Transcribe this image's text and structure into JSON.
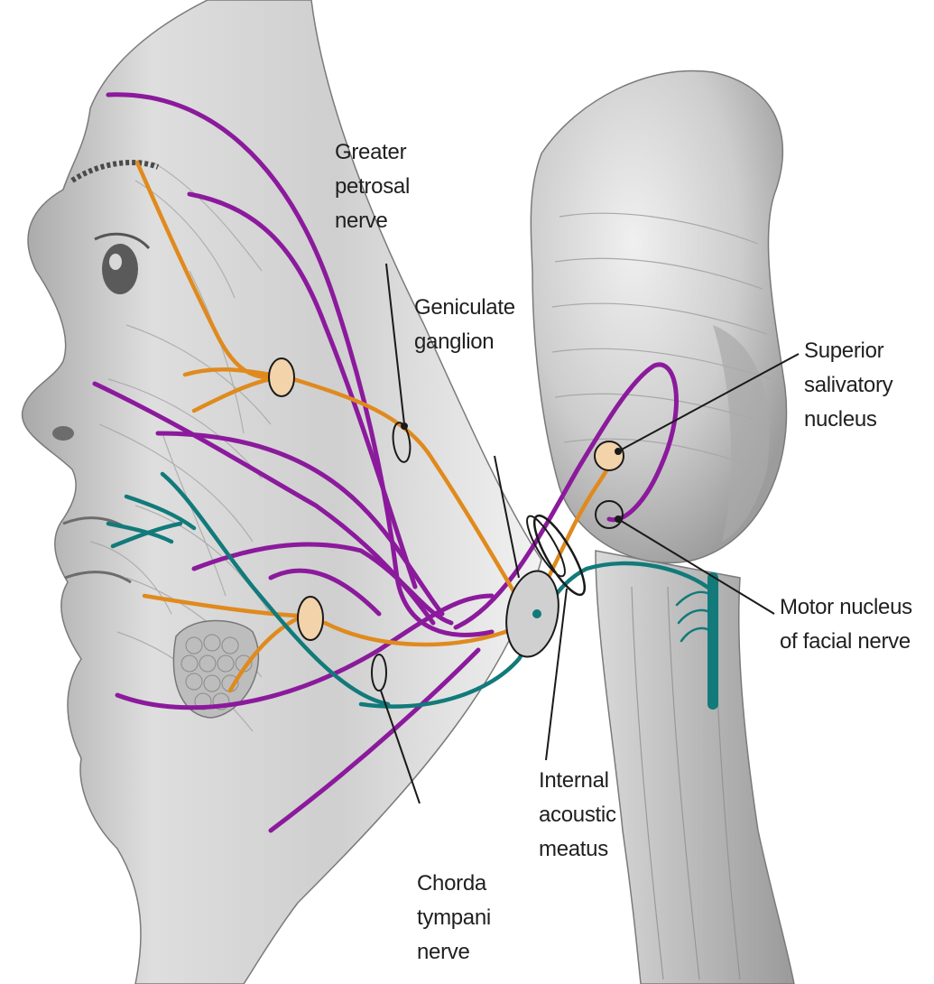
{
  "colors": {
    "parasympathetic": "#e08a1e",
    "motor": "#8b1a9c",
    "sensory_taste": "#127a7a",
    "ganglion_fill": "#f3d3aa",
    "tissue": "#c9c9c9",
    "tissue_dark": "#8f8f8f",
    "leader": "#1a1a1a"
  },
  "labels": {
    "greater_petrosal": [
      "Greater",
      "petrosal",
      "nerve"
    ],
    "geniculate": [
      "Geniculate",
      "ganglion"
    ],
    "superior_salivatory": [
      "Superior",
      "salivatory",
      "nucleus"
    ],
    "motor_nucleus": [
      "Motor nucleus",
      "of facial nerve"
    ],
    "internal_acoustic": [
      "Internal",
      "acoustic",
      "meatus"
    ],
    "chorda_tympani": [
      "Chorda",
      "tympani",
      "nerve"
    ]
  }
}
